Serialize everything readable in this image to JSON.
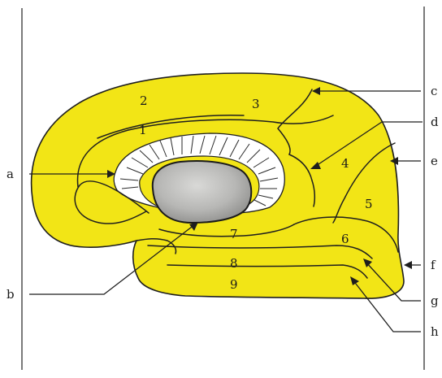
{
  "diagram": {
    "region_numbers": [
      "1",
      "2",
      "3",
      "4",
      "5",
      "6",
      "7",
      "8",
      "9"
    ],
    "pointer_letters": [
      "a",
      "b",
      "c",
      "d",
      "e",
      "f",
      "g",
      "h"
    ],
    "colors": {
      "cortex_fill": "#f2e516",
      "outline": "#1e1e1e",
      "center_mass": "#b9b9b7",
      "background": "#ffffff"
    }
  }
}
